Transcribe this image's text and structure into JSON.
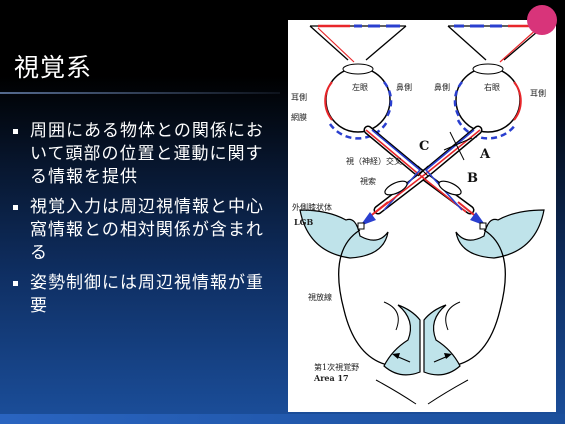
{
  "slide": {
    "title": "視覚系",
    "bullets": [
      "周囲にある物体との関係において頭部の位置と運動に関する情報を提供",
      "視覚入力は周辺視情報と中心窩情報との相対関係が含まれる",
      "姿勢制御には周辺視情報が重要"
    ]
  },
  "figure": {
    "left_eye": "左眼",
    "right_eye": "右眼",
    "ear_side_left": "耳側",
    "ear_side_right": "耳側",
    "nasal_left": "鼻側",
    "nasal_right": "鼻側",
    "retina": "網膜",
    "chiasm": "視（神経）交叉",
    "optic_tract": "視索",
    "lgn": "外側膝状体",
    "lgb": "LGB",
    "radiation": "視放線",
    "v1": "第1次視覚野",
    "area": "Area 17",
    "label_a": "A",
    "label_b": "B",
    "label_c": "C"
  },
  "colors": {
    "red_path": "#e8262a",
    "blue_path": "#2a3fcf",
    "lgn_fill": "#bfe3ea",
    "badge": "#d8347a"
  }
}
